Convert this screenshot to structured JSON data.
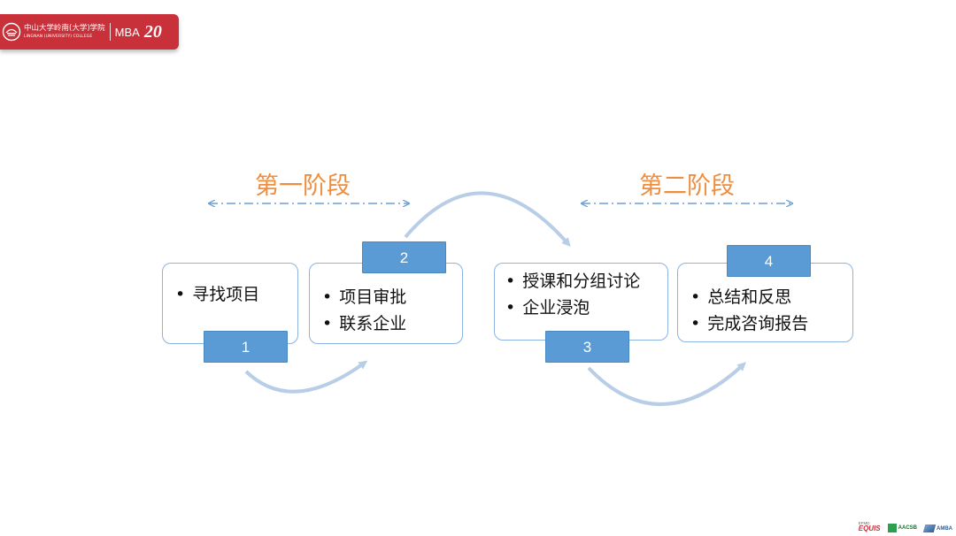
{
  "brand": {
    "cn_name": "中山大学岭南(大学)学院",
    "en_name": "LINGNAN (UNIVERSITY) COLLEGE",
    "program": "MBA",
    "anniversary": "20"
  },
  "stages": [
    {
      "title": "第一阶段"
    },
    {
      "title": "第二阶段"
    }
  ],
  "steps": [
    {
      "number": "1",
      "items": [
        "寻找项目"
      ]
    },
    {
      "number": "2",
      "items": [
        "项目审批",
        "联系企业"
      ]
    },
    {
      "number": "3",
      "items": [
        "授课和分组讨论",
        "企业浸泡"
      ]
    },
    {
      "number": "4",
      "items": [
        "总结和反思",
        "完成咨询报告"
      ]
    }
  ],
  "accreditations": {
    "equis_top": "EFMD",
    "equis": "EQUIS",
    "aacsb": "AACSB",
    "amba": "AMBA"
  },
  "colors": {
    "brand_red": "#c8303a",
    "stage_title": "#ee8e3f",
    "box_border": "#8db3e2",
    "tag_fill": "#5b9bd5",
    "arrow": "#b8cde6",
    "dashed_arrow": "#6f9fd1"
  }
}
